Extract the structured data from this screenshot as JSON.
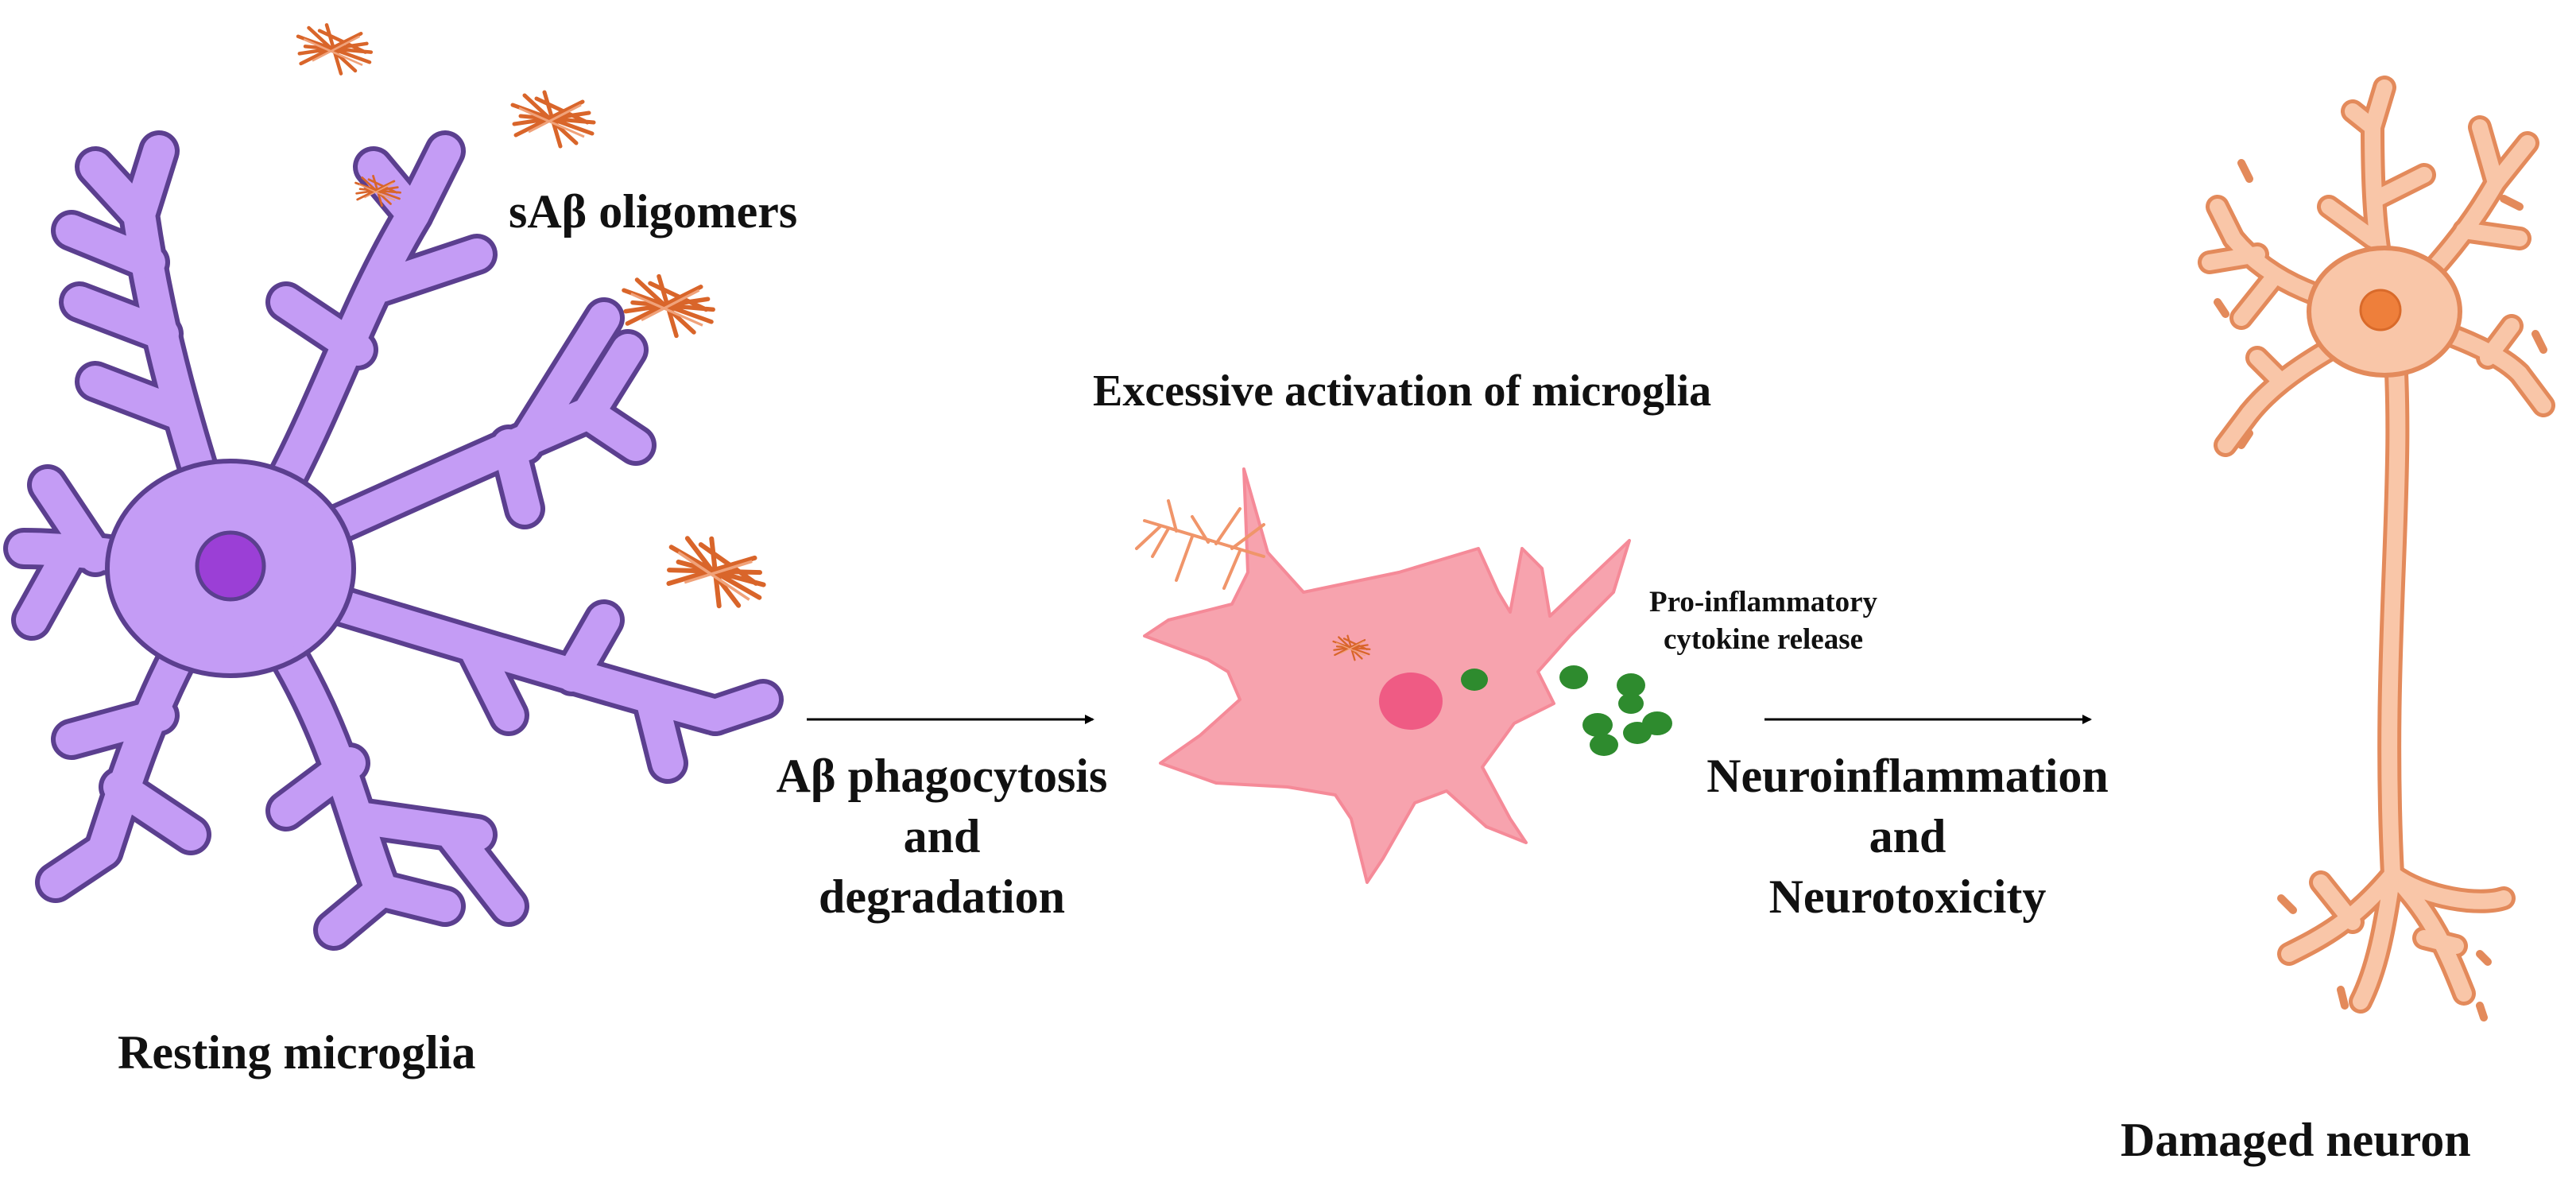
{
  "labels": {
    "oligomers": "sAβ oligomers",
    "resting": "Resting microglia",
    "excessive": "Excessive activation of microglia",
    "cytokine_line1": "Pro-inflammatory",
    "cytokine_line2": "cytokine release",
    "phago_line1": "Aβ phagocytosis",
    "phago_line2": "and",
    "phago_line3": "degradation",
    "neuro_line1": "Neuroinflammation",
    "neuro_line2": "and",
    "neuro_line3": "Neurotoxicity",
    "damaged": "Damaged neuron"
  },
  "colors": {
    "resting_fill": "#c49cf5",
    "resting_outline": "#5b3f8f",
    "resting_nucleus": "#9b3fd6",
    "activated_fill": "#f7a3ae",
    "activated_nucleus": "#ef5b84",
    "fibril": "#d9652a",
    "cytokine": "#2e8b2e",
    "neuron_fill": "#f9c6a8",
    "neuron_outline": "#e38a5b",
    "neuron_nucleus": "#ee7f3b",
    "arrow": "#000000"
  }
}
